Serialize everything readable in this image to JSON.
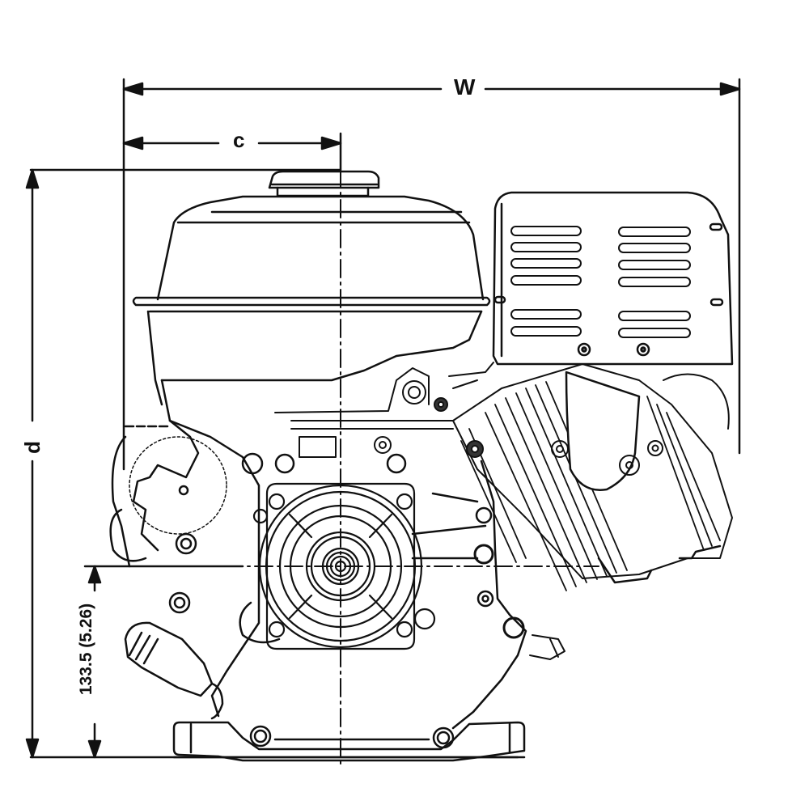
{
  "diagram": {
    "type": "engine-dimension-drawing",
    "view": "front elevation",
    "line_color": "#111111",
    "background": "#ffffff",
    "dimensions": {
      "width": {
        "label": "W"
      },
      "offset": {
        "label": "c"
      },
      "height": {
        "label": "d"
      },
      "shaft_height": {
        "label": "133.5 (5.26)"
      }
    },
    "components": [
      "air-cleaner",
      "muffler-cover",
      "recoil-starter-housing",
      "cylinder-fins",
      "fuel-valve",
      "oil-drain-plug",
      "mounting-base",
      "crankshaft-center"
    ]
  }
}
